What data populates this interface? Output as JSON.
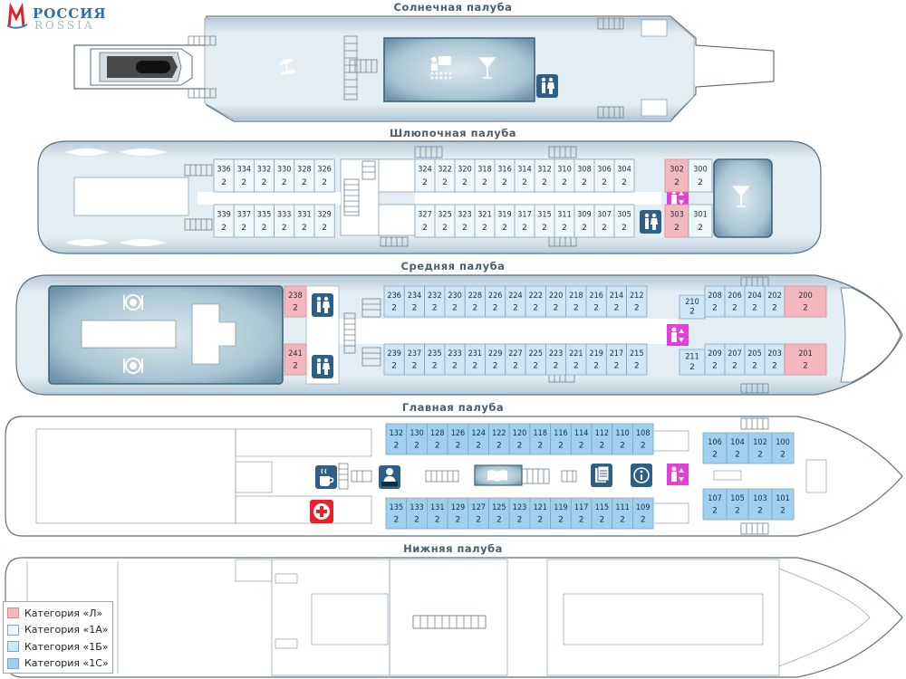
{
  "logo": {
    "title": "РОССИЯ",
    "subtitle": "ROSSIA"
  },
  "decks": {
    "sun": {
      "title": "Солнечная палуба"
    },
    "boat": {
      "title": "Шлюпочная палуба"
    },
    "middle": {
      "title": "Средняя палуба"
    },
    "main": {
      "title": "Главная палуба"
    },
    "lower": {
      "title": "Нижняя палуба"
    }
  },
  "colors": {
    "cat_L": "#f3b8bc",
    "cat_1A": "#eef7fc",
    "cat_1B": "#cfe6f6",
    "cat_1C": "#9fd0f0",
    "hull": "#dfe9f1",
    "hall": "#9db8c8",
    "wc": "#2e5f86",
    "elevator": "#e33fd9",
    "medical": "#e8212c"
  },
  "icons": [
    "lounge-chair-icon",
    "conference-icon",
    "cocktail-icon",
    "wc-icon",
    "elevator-icon",
    "dining-icon",
    "cafe-icon",
    "reception-icon",
    "library-icon",
    "docs-icon",
    "info-icon",
    "medical-icon"
  ],
  "cabins": {
    "boat_top": [
      {
        "num": "336",
        "berths": "2"
      },
      {
        "num": "334",
        "berths": "2"
      },
      {
        "num": "332",
        "berths": "2"
      },
      {
        "num": "330",
        "berths": "2"
      },
      {
        "num": "328",
        "berths": "2"
      },
      {
        "num": "326",
        "berths": "2"
      },
      {
        "num": "324",
        "berths": "2"
      },
      {
        "num": "322",
        "berths": "2"
      },
      {
        "num": "320",
        "berths": "2"
      },
      {
        "num": "318",
        "berths": "2"
      },
      {
        "num": "316",
        "berths": "2"
      },
      {
        "num": "314",
        "berths": "2"
      },
      {
        "num": "312",
        "berths": "2"
      },
      {
        "num": "310",
        "berths": "2"
      },
      {
        "num": "308",
        "berths": "2"
      },
      {
        "num": "306",
        "berths": "2"
      },
      {
        "num": "304",
        "berths": "2"
      },
      {
        "num": "302",
        "berths": "2",
        "cat": "L"
      },
      {
        "num": "300",
        "berths": "2"
      }
    ],
    "boat_bottom": [
      {
        "num": "339",
        "berths": "2"
      },
      {
        "num": "337",
        "berths": "2"
      },
      {
        "num": "335",
        "berths": "2"
      },
      {
        "num": "333",
        "berths": "2"
      },
      {
        "num": "331",
        "berths": "2"
      },
      {
        "num": "329",
        "berths": "2"
      },
      {
        "num": "327",
        "berths": "2"
      },
      {
        "num": "325",
        "berths": "2"
      },
      {
        "num": "323",
        "berths": "2"
      },
      {
        "num": "321",
        "berths": "2"
      },
      {
        "num": "319",
        "berths": "2"
      },
      {
        "num": "317",
        "berths": "2"
      },
      {
        "num": "315",
        "berths": "2"
      },
      {
        "num": "311",
        "berths": "2"
      },
      {
        "num": "309",
        "berths": "2"
      },
      {
        "num": "307",
        "berths": "2"
      },
      {
        "num": "305",
        "berths": "2"
      },
      {
        "num": "303",
        "berths": "2",
        "cat": "L"
      },
      {
        "num": "301",
        "berths": "2"
      }
    ],
    "middle_top": [
      {
        "num": "238",
        "berths": "2",
        "cat": "L"
      },
      {
        "num": "236",
        "berths": "2"
      },
      {
        "num": "234",
        "berths": "2"
      },
      {
        "num": "232",
        "berths": "2"
      },
      {
        "num": "230",
        "berths": "2"
      },
      {
        "num": "228",
        "berths": "2"
      },
      {
        "num": "226",
        "berths": "2"
      },
      {
        "num": "224",
        "berths": "2"
      },
      {
        "num": "222",
        "berths": "2"
      },
      {
        "num": "220",
        "berths": "2"
      },
      {
        "num": "218",
        "berths": "2"
      },
      {
        "num": "216",
        "berths": "2"
      },
      {
        "num": "214",
        "berths": "2"
      },
      {
        "num": "212",
        "berths": "2"
      },
      {
        "num": "210",
        "berths": "2"
      },
      {
        "num": "208",
        "berths": "2"
      },
      {
        "num": "206",
        "berths": "2"
      },
      {
        "num": "204",
        "berths": "2"
      },
      {
        "num": "202",
        "berths": "2"
      },
      {
        "num": "200",
        "berths": "2",
        "cat": "L"
      }
    ],
    "middle_bottom": [
      {
        "num": "241",
        "berths": "2",
        "cat": "L"
      },
      {
        "num": "239",
        "berths": "2"
      },
      {
        "num": "237",
        "berths": "2"
      },
      {
        "num": "235",
        "berths": "2"
      },
      {
        "num": "233",
        "berths": "2"
      },
      {
        "num": "231",
        "berths": "2"
      },
      {
        "num": "229",
        "berths": "2"
      },
      {
        "num": "227",
        "berths": "2"
      },
      {
        "num": "225",
        "berths": "2"
      },
      {
        "num": "223",
        "berths": "2"
      },
      {
        "num": "221",
        "berths": "2"
      },
      {
        "num": "219",
        "berths": "2"
      },
      {
        "num": "217",
        "berths": "2"
      },
      {
        "num": "215",
        "berths": "2"
      },
      {
        "num": "211",
        "berths": "2"
      },
      {
        "num": "209",
        "berths": "2"
      },
      {
        "num": "207",
        "berths": "2"
      },
      {
        "num": "205",
        "berths": "2"
      },
      {
        "num": "203",
        "berths": "2"
      },
      {
        "num": "201",
        "berths": "2",
        "cat": "L"
      }
    ],
    "main_top": [
      {
        "num": "132",
        "berths": "2"
      },
      {
        "num": "130",
        "berths": "2"
      },
      {
        "num": "128",
        "berths": "2"
      },
      {
        "num": "126",
        "berths": "2"
      },
      {
        "num": "124",
        "berths": "2"
      },
      {
        "num": "122",
        "berths": "2"
      },
      {
        "num": "120",
        "berths": "2"
      },
      {
        "num": "118",
        "berths": "2"
      },
      {
        "num": "116",
        "berths": "2"
      },
      {
        "num": "114",
        "berths": "2"
      },
      {
        "num": "112",
        "berths": "2"
      },
      {
        "num": "110",
        "berths": "2"
      },
      {
        "num": "108",
        "berths": "2"
      },
      {
        "num": "106",
        "berths": "2"
      },
      {
        "num": "104",
        "berths": "2"
      },
      {
        "num": "102",
        "berths": "2"
      },
      {
        "num": "100",
        "berths": "2"
      }
    ],
    "main_bottom": [
      {
        "num": "135",
        "berths": "2"
      },
      {
        "num": "133",
        "berths": "2"
      },
      {
        "num": "131",
        "berths": "2"
      },
      {
        "num": "129",
        "berths": "2"
      },
      {
        "num": "127",
        "berths": "2"
      },
      {
        "num": "125",
        "berths": "2"
      },
      {
        "num": "123",
        "berths": "2"
      },
      {
        "num": "121",
        "berths": "2"
      },
      {
        "num": "119",
        "berths": "2"
      },
      {
        "num": "117",
        "berths": "2"
      },
      {
        "num": "115",
        "berths": "2"
      },
      {
        "num": "111",
        "berths": "2"
      },
      {
        "num": "109",
        "berths": "2"
      },
      {
        "num": "107",
        "berths": "2"
      },
      {
        "num": "105",
        "berths": "2"
      },
      {
        "num": "103",
        "berths": "2"
      },
      {
        "num": "101",
        "berths": "2"
      }
    ]
  },
  "legend": {
    "items": [
      {
        "label": "Категория «Л»",
        "cat": "L"
      },
      {
        "label": "Категория «1А»",
        "cat": "1A"
      },
      {
        "label": "Категория «1Б»",
        "cat": "1B"
      },
      {
        "label": "Категория «1С»",
        "cat": "1C"
      }
    ]
  }
}
